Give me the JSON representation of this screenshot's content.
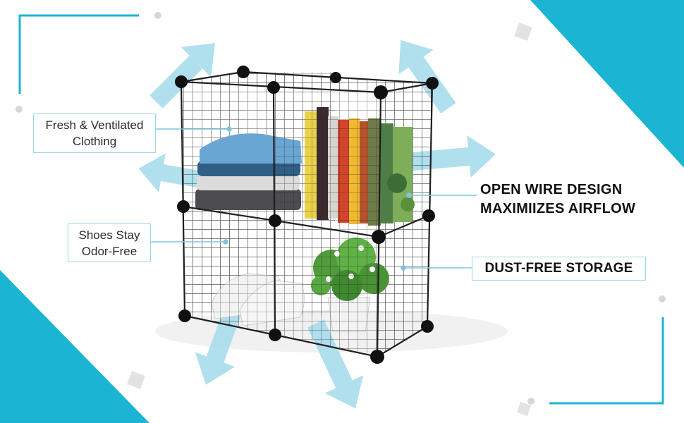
{
  "callouts": {
    "ventilated": {
      "line1": "Fresh & Ventilated",
      "line2": "Clothing"
    },
    "shoes": {
      "line1": "Shoes Stay",
      "line2": "Odor-Free"
    },
    "dust": {
      "label": "DUST-FREE STORAGE"
    }
  },
  "feature": {
    "line1": "OPEN WIRE DESIGN",
    "line2": "MAXIMIIZES AIRFLOW"
  },
  "colors": {
    "accent": "#1bb5d3",
    "arrow": "#a8dcec",
    "callout_border": "#9fd6e6",
    "wire": "#2a2a2a"
  },
  "icons": [
    "airflow-arrow-icon",
    "connector-knob-icon"
  ]
}
